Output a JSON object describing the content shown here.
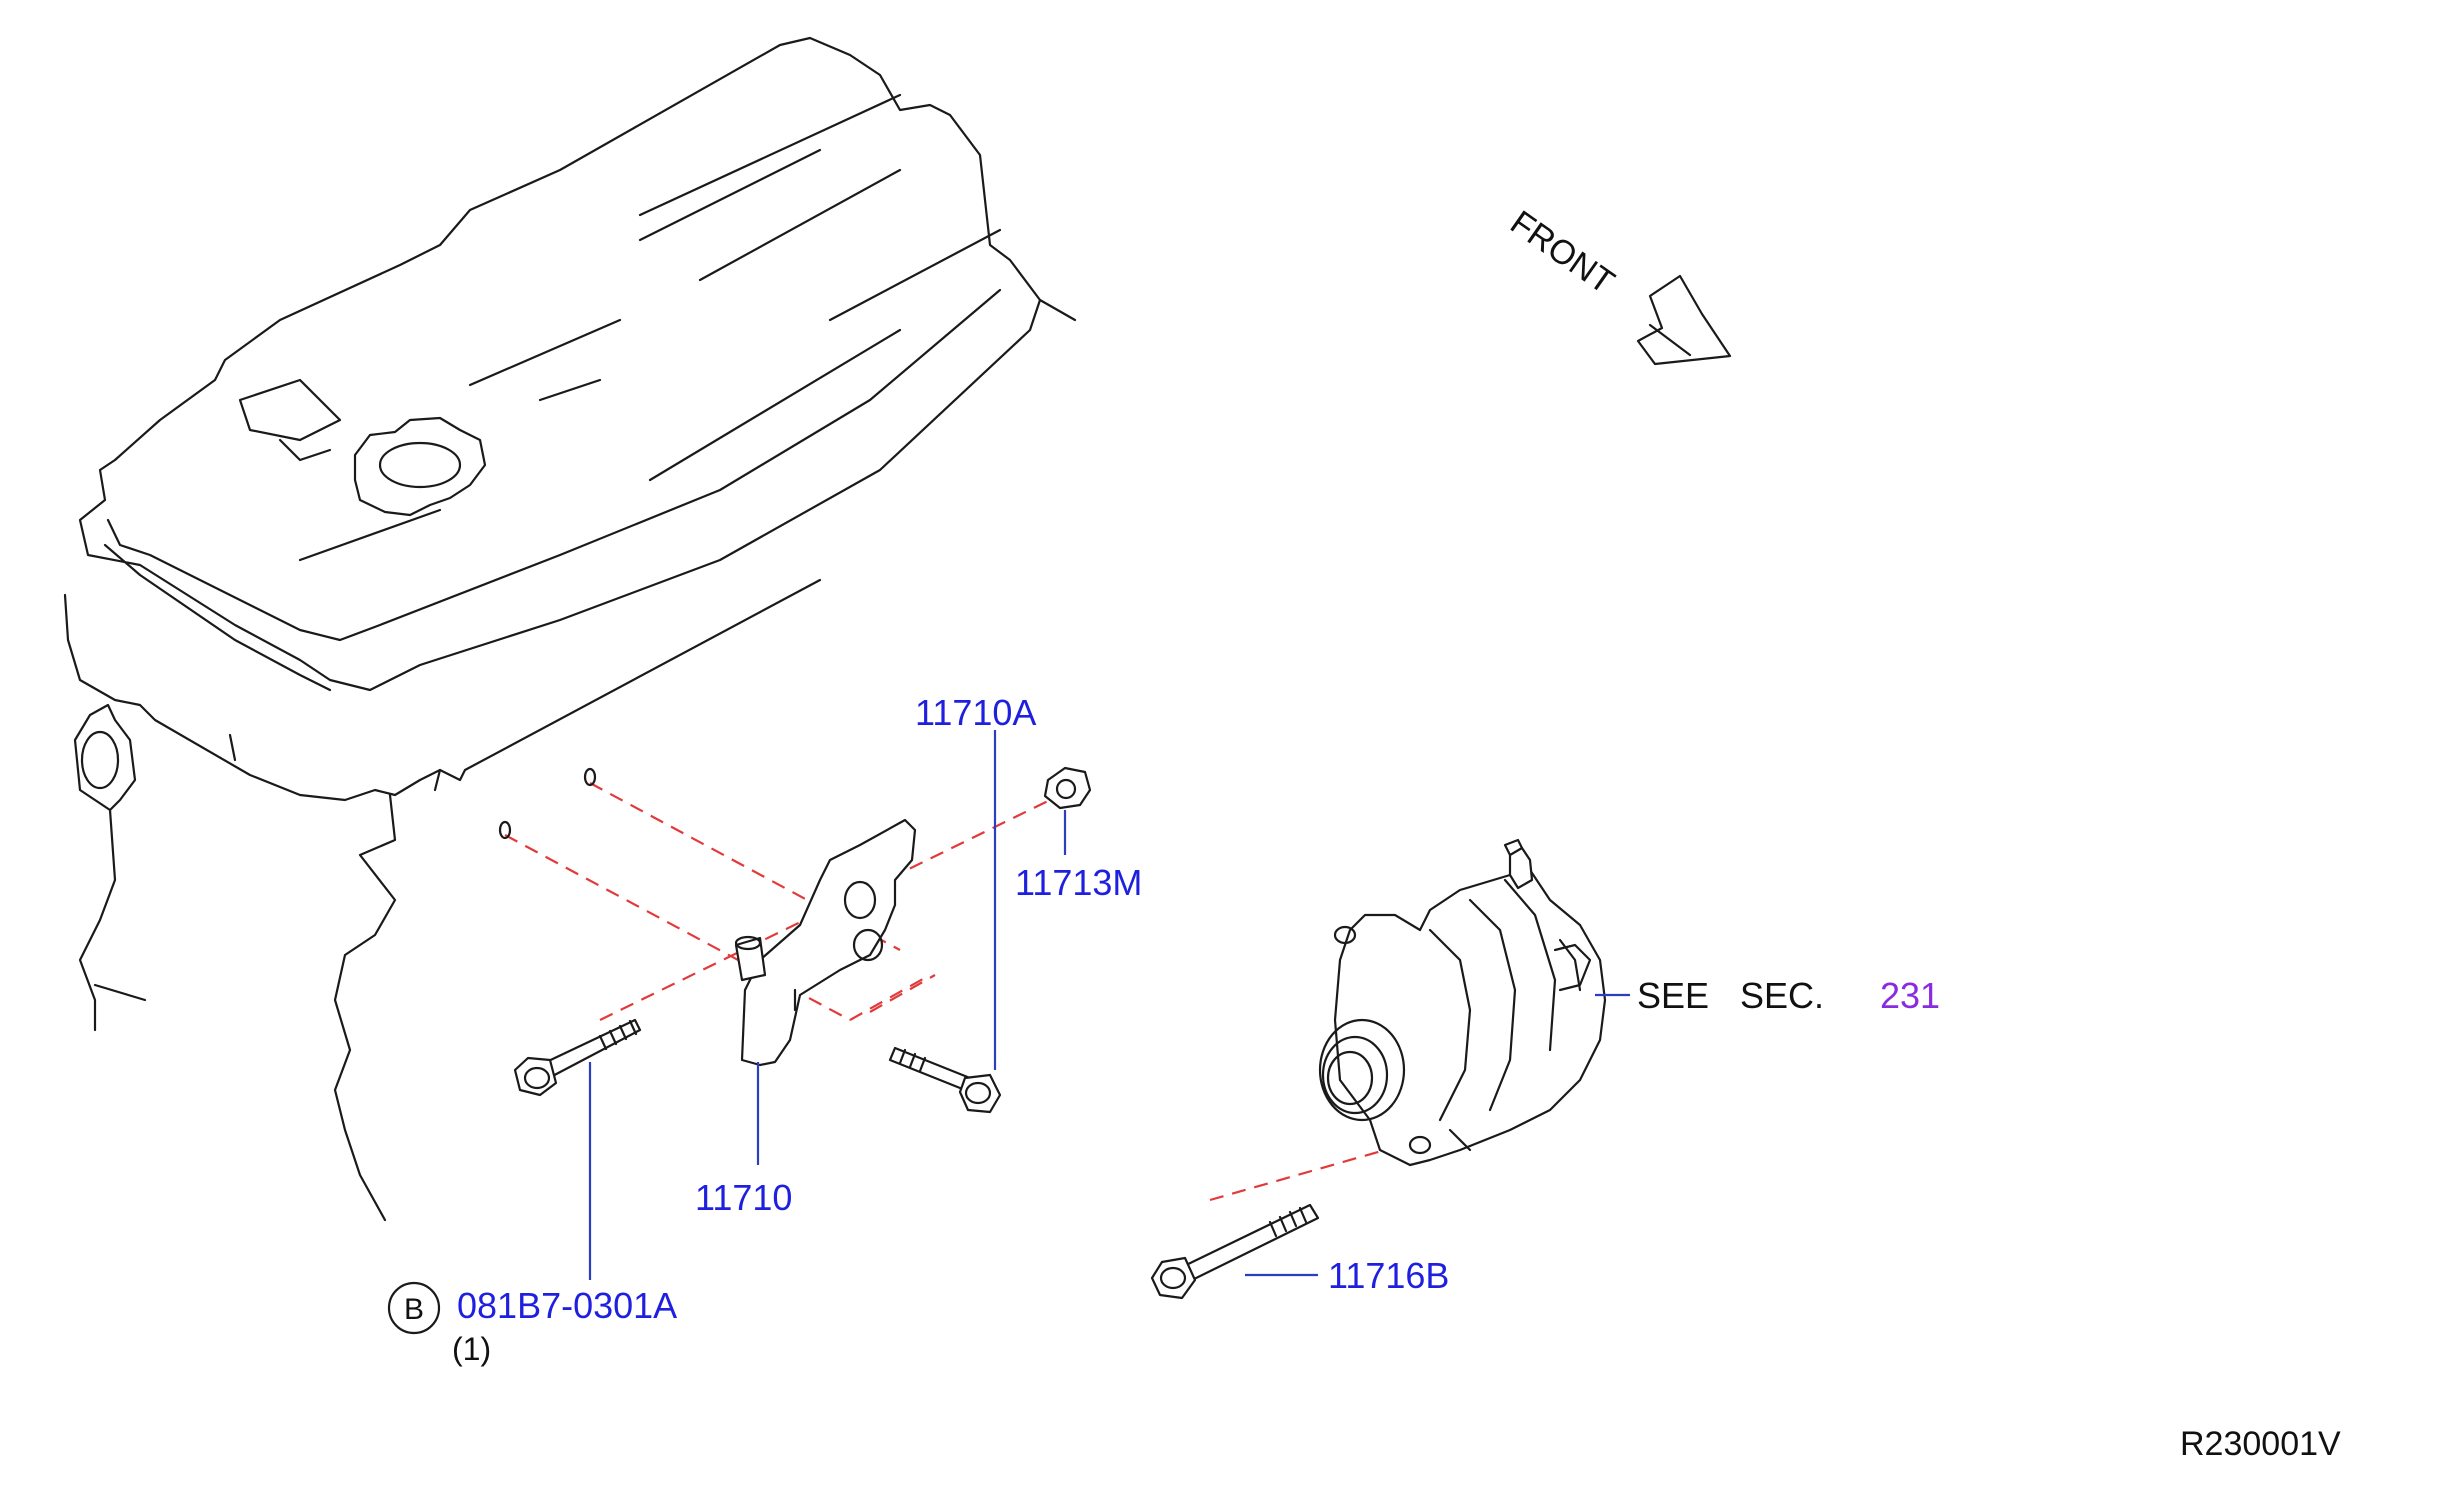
{
  "direction_label": "FRONT",
  "labels": {
    "p11710A": "11710A",
    "p11713M": "11713M",
    "p11710": "11710",
    "p11716B": "11716B",
    "p081B7": "081B7-0301A",
    "qty": "(1)",
    "circle_b": "B",
    "see": "SEE",
    "sec": "SEC.",
    "sec_num": "231"
  },
  "diagram_code": "R230001V",
  "colors": {
    "part_number": "#1f1fe0",
    "section_link": "#8a2be2",
    "centerline": "#e23a3a",
    "leader": "#2a3fbf",
    "line_art": "#1a1a1a"
  },
  "icons": [
    "engine-block-drawing",
    "bracket-drawing",
    "alternator-drawing",
    "bolt-drawing",
    "nut-drawing",
    "front-arrow-icon"
  ]
}
